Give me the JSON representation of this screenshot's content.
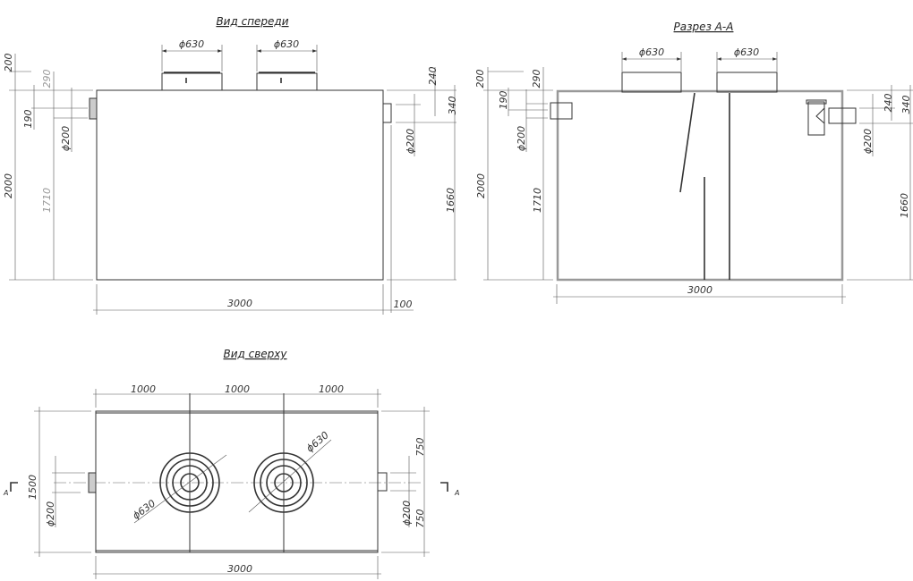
{
  "front_view": {
    "title": "Вид спереди",
    "manhole_1_dia": "ϕ630",
    "manhole_2_dia": "ϕ630",
    "dim_top": "200",
    "dim_inlet_top": "290",
    "dim_inlet_axis": "190",
    "dim_inlet_dia": "ϕ200",
    "dim_height": "2000",
    "dim_inlet_level": "1710",
    "dim_outlet_top": "240",
    "dim_outlet_axis": "340",
    "dim_outlet_dia": "ϕ200",
    "dim_outlet_level": "1660",
    "dim_length": "3000",
    "dim_outlet_len": "100"
  },
  "section_view": {
    "title": "Разрез А-А",
    "manhole_1_dia": "ϕ630",
    "manhole_2_dia": "ϕ630",
    "dim_top": "200",
    "dim_inlet_top": "290",
    "dim_inlet_axis": "190",
    "dim_inlet_dia": "ϕ200",
    "dim_height": "2000",
    "dim_inlet_level": "1710",
    "dim_outlet_top": "240",
    "dim_outlet_axis": "340",
    "dim_outlet_dia": "ϕ200",
    "dim_outlet_level": "1660",
    "dim_length": "3000"
  },
  "top_view": {
    "title": "Вид сверху",
    "dim_seg_1": "1000",
    "dim_seg_2": "1000",
    "dim_seg_3": "1000",
    "dim_length": "3000",
    "dim_width": "1500",
    "dim_inlet_dia": "ϕ200",
    "dim_half_top": "750",
    "dim_half_bottom": "750",
    "dim_outlet_dia": "ϕ200",
    "manhole_1_dia": "ϕ630",
    "manhole_2_dia": "ϕ630",
    "section_mark_left": "A",
    "section_mark_right": "A"
  }
}
